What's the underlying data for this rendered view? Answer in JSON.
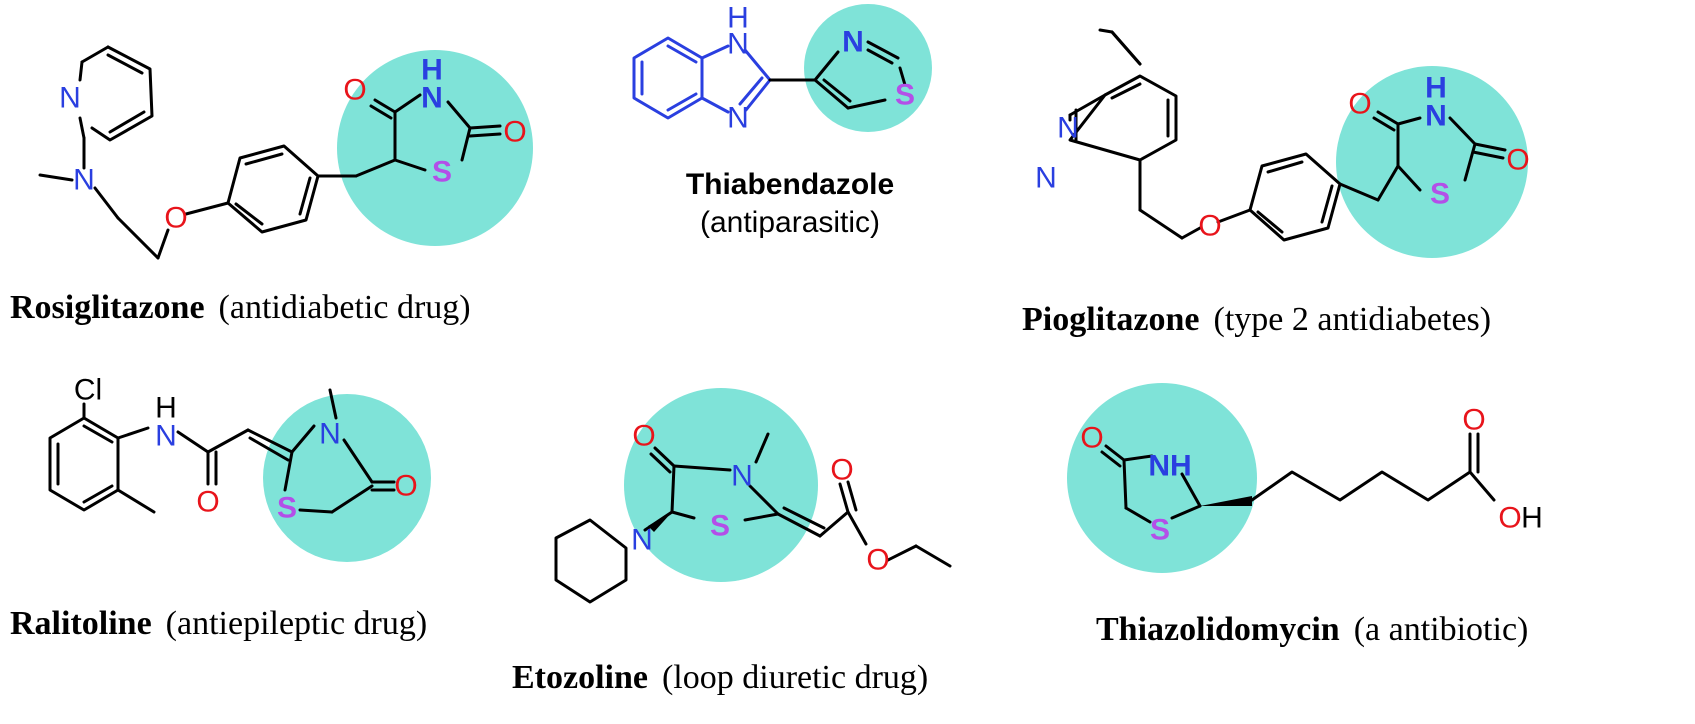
{
  "colors": {
    "highlight": "#7fe3d8",
    "oxygen": "#e8141b",
    "nitrogen": "#2a3fe0",
    "sulfur": "#b34fe8",
    "bond": "#000000"
  },
  "atom_labels": {
    "N": "N",
    "NH": "NH",
    "H": "H",
    "O": "O",
    "S": "S",
    "Cl": "Cl",
    "OH": "OH"
  },
  "compounds": [
    {
      "name": "Rosiglitazone",
      "use": "(antidiabetic drug)"
    },
    {
      "name": "Thiabendazole",
      "use": "(antiparasitic)"
    },
    {
      "name": "Pioglitazone",
      "use": "(type 2 antidiabetes)"
    },
    {
      "name": "Ralitoline",
      "use": "(antiepileptic drug)"
    },
    {
      "name": "Etozoline",
      "use": "(loop diuretic drug)"
    },
    {
      "name": "Thiazolidomycin",
      "use": "(a antibiotic)"
    }
  ]
}
